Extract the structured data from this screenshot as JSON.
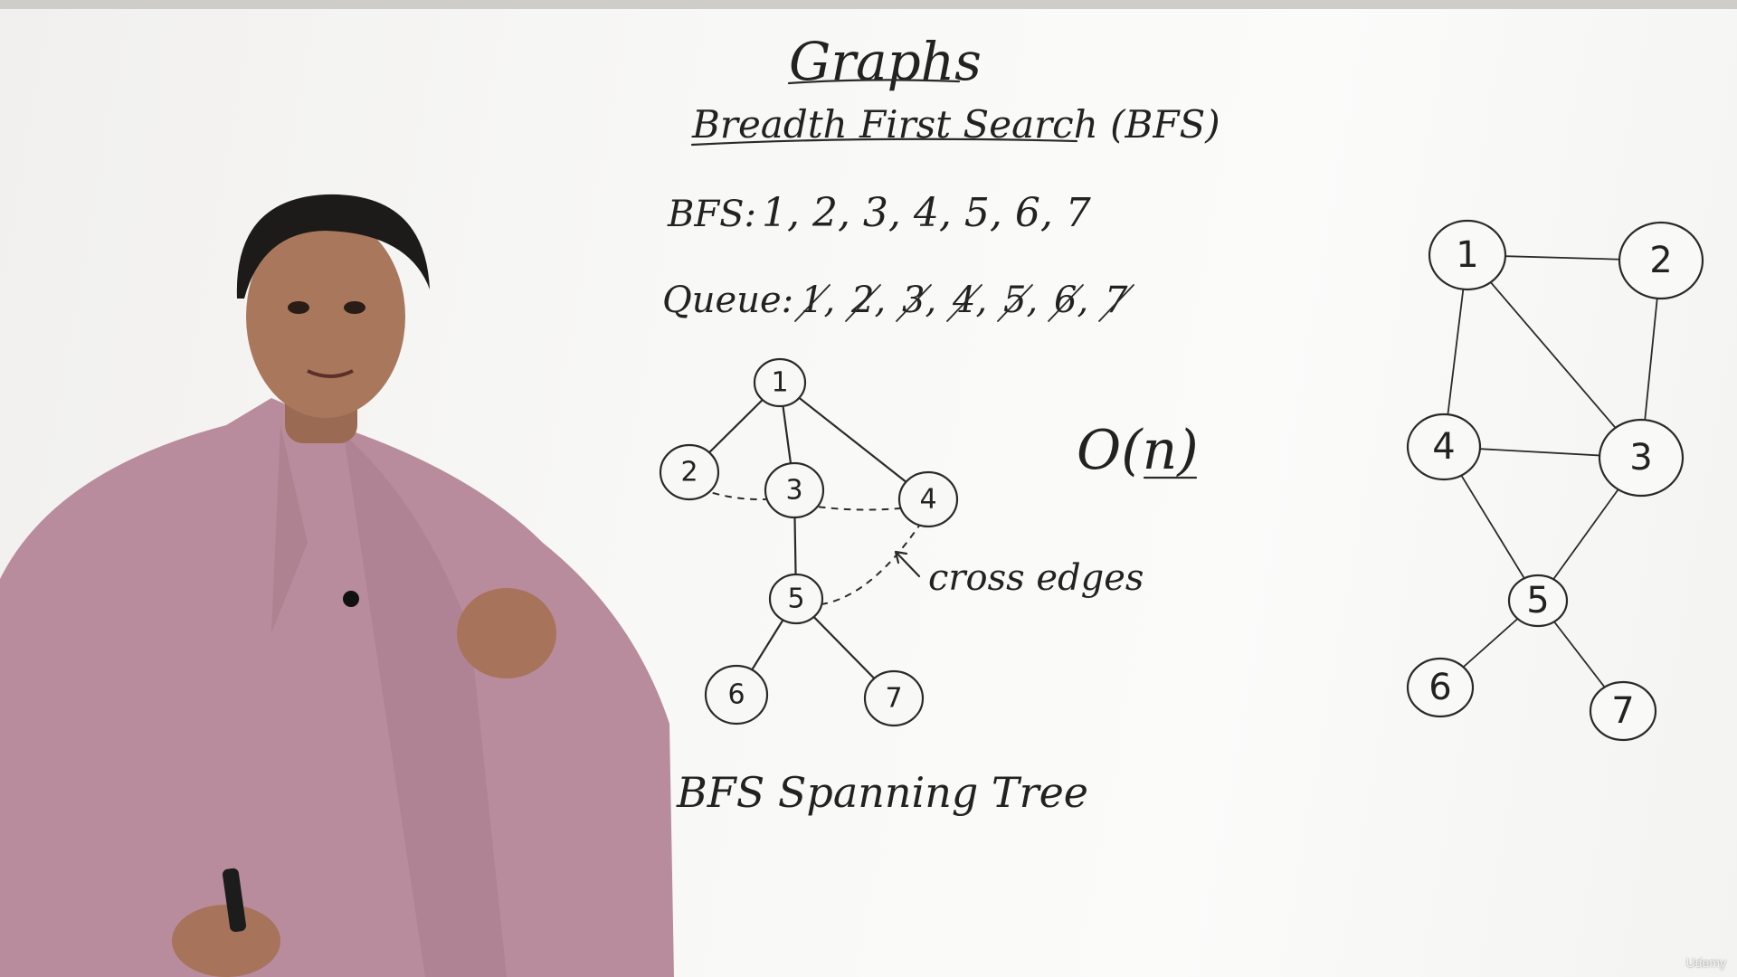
{
  "board": {
    "title": "Graphs",
    "subtitle": "Breadth First Search (BFS)",
    "bfs_prefix": "BFS:",
    "bfs_sequence": "1, 2, 3, 4, 5, 6, 7",
    "queue_prefix": "Queue:",
    "queue_items": [
      "1",
      "2",
      "3",
      "4",
      "5",
      "6",
      "7"
    ],
    "complexity": "O(n)",
    "annotation": "cross edges",
    "tree_caption": "BFS Spanning Tree"
  },
  "tree": {
    "nodes": [
      "1",
      "2",
      "3",
      "4",
      "5",
      "6",
      "7"
    ],
    "tree_edges": [
      [
        "1",
        "2"
      ],
      [
        "1",
        "3"
      ],
      [
        "1",
        "4"
      ],
      [
        "3",
        "5"
      ],
      [
        "5",
        "6"
      ],
      [
        "5",
        "7"
      ]
    ],
    "cross_edges": [
      [
        "2",
        "3"
      ],
      [
        "3",
        "4"
      ],
      [
        "4",
        "5"
      ]
    ]
  },
  "graph": {
    "nodes": [
      "1",
      "2",
      "3",
      "4",
      "5",
      "6",
      "7"
    ],
    "edges": [
      [
        "1",
        "2"
      ],
      [
        "1",
        "3"
      ],
      [
        "1",
        "4"
      ],
      [
        "2",
        "3"
      ],
      [
        "4",
        "3"
      ],
      [
        "4",
        "5"
      ],
      [
        "3",
        "5"
      ],
      [
        "5",
        "6"
      ],
      [
        "5",
        "7"
      ]
    ]
  },
  "overlay": {
    "watermark": "Udemy"
  },
  "colors": {
    "ink": "#2a2a2a",
    "board": "#f8f8f6",
    "shirt": "#b98a9c"
  }
}
